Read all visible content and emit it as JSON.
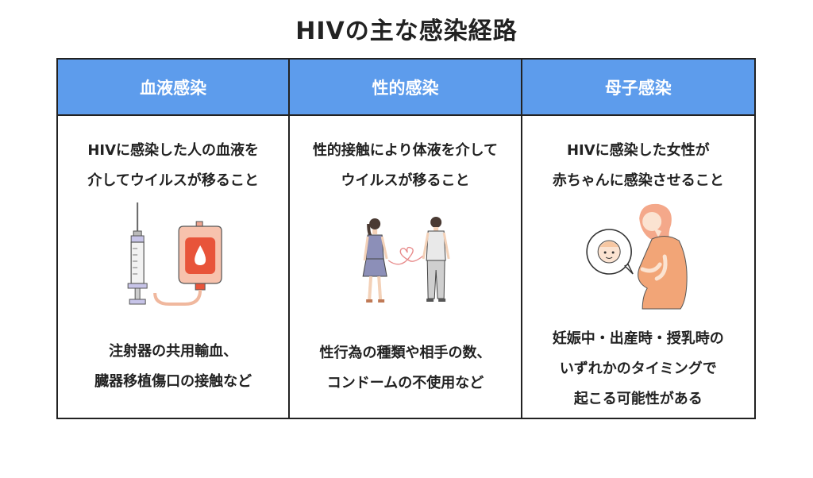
{
  "title": "HIVの主な感染経路",
  "columns": [
    {
      "header": "血液感染",
      "desc": [
        "HIVに感染した人の血液を",
        "介してウイルスが移ること"
      ],
      "note": [
        "注射器の共用輸血、",
        "臓器移植傷口の接触など"
      ],
      "illustration": "syringe-and-blood-bag"
    },
    {
      "header": "性的感染",
      "desc": [
        "性的接触により体液を介して",
        "ウイルスが移ること"
      ],
      "note": [
        "性行為の種類や相手の数、",
        "コンドームの不使用など"
      ],
      "illustration": "couple-with-heart"
    },
    {
      "header": "母子感染",
      "desc": [
        "HIVに感染した女性が",
        "赤ちゃんに感染させること"
      ],
      "note": [
        "妊娠中・出産時・授乳時の",
        "いずれかのタイミングで",
        "起こる可能性がある"
      ],
      "illustration": "pregnant-woman-with-baby"
    }
  ],
  "colors": {
    "header_bg": "#5d9cec",
    "border": "#222222"
  }
}
